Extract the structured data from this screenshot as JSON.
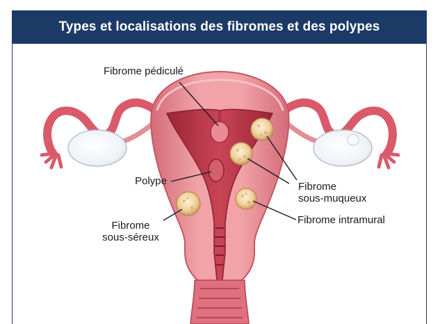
{
  "title": "Types et localisations des fibromes et des polypes",
  "labels": {
    "pedunculated": "Fibrome pédiculé",
    "polyp": "Polype",
    "subserosal_line1": "Fibrome",
    "subserosal_line2": "sous-séreux",
    "submucosal_line1": "Fibrome",
    "submucosal_line2": "sous-muqueux",
    "intramural": "Fibrome intramural"
  },
  "colors": {
    "header_bg": "#1b3a66",
    "uterus_outer": "#e58f95",
    "uterus_mid": "#d8707a",
    "cavity": "#b9323f",
    "fibroid": "#f1d3a0"
  }
}
